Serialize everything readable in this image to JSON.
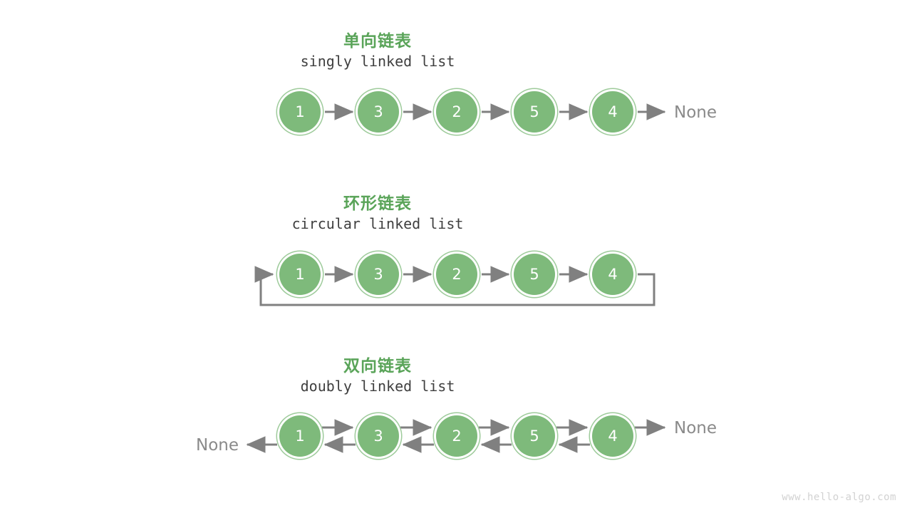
{
  "page": {
    "background": "#ffffff",
    "watermark": "www.hello-algo.com"
  },
  "colors": {
    "title_green": "#5aa459",
    "node_fill": "#7eba7b",
    "node_ring": "#9ecb9b",
    "node_text": "#ffffff",
    "arrow_gray": "#808080",
    "subtitle_gray": "#3f3f3f",
    "none_gray": "#8a8a8a",
    "watermark_gray": "#d2d2d2"
  },
  "sections": [
    {
      "id": "singly",
      "title_cn": "单向链表",
      "title_en": "singly linked list",
      "nodes": [
        {
          "value": "1"
        },
        {
          "value": "3"
        },
        {
          "value": "2"
        },
        {
          "value": "5"
        },
        {
          "value": "4"
        }
      ],
      "tail_none": "None",
      "head_none": null,
      "has_loop_back": false,
      "bidirectional": false
    },
    {
      "id": "circular",
      "title_cn": "环形链表",
      "title_en": "circular linked list",
      "nodes": [
        {
          "value": "1"
        },
        {
          "value": "3"
        },
        {
          "value": "2"
        },
        {
          "value": "5"
        },
        {
          "value": "4"
        }
      ],
      "tail_none": null,
      "head_none": null,
      "has_loop_back": true,
      "bidirectional": false
    },
    {
      "id": "doubly",
      "title_cn": "双向链表",
      "title_en": "doubly linked list",
      "nodes": [
        {
          "value": "1"
        },
        {
          "value": "3"
        },
        {
          "value": "2"
        },
        {
          "value": "5"
        },
        {
          "value": "4"
        }
      ],
      "tail_none": "None",
      "head_none": "None",
      "has_loop_back": false,
      "bidirectional": true
    }
  ]
}
